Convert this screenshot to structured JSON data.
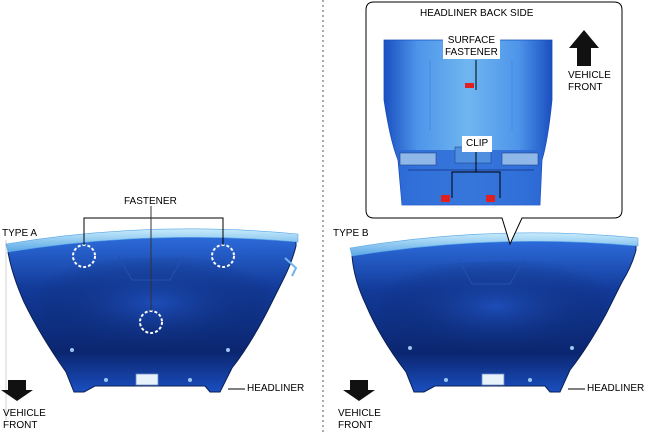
{
  "type_a": {
    "label": "TYPE A",
    "fastener_label": "FASTENER",
    "headliner_label": "HEADLINER",
    "vehicle_front": [
      "VEHICLE",
      "FRONT"
    ]
  },
  "type_b": {
    "label": "TYPE B",
    "headliner_label": "HEADLINER",
    "vehicle_front": [
      "VEHICLE",
      "FRONT"
    ]
  },
  "callout": {
    "title": "HEADLINER BACK SIDE",
    "surface_fastener": [
      "SURFACE",
      "FASTENER"
    ],
    "clip_label": "CLIP",
    "vehicle_front": [
      "VEHICLE",
      "FRONT"
    ]
  },
  "colors": {
    "panel_dark": "#0d2a6e",
    "panel_mid": "#1f57c8",
    "panel_light": "#6fb4ef",
    "rim": "#9fd6f5",
    "fastener_red": "#e02020"
  }
}
